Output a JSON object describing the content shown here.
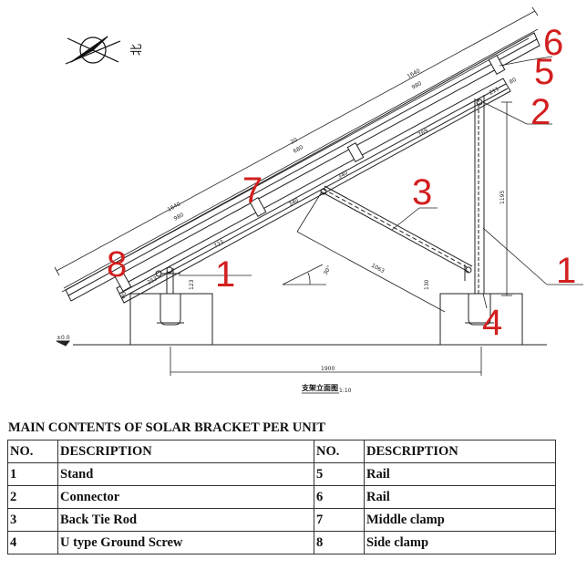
{
  "diagram": {
    "north_glyph": "北",
    "ground_mark": "±0.0",
    "caption": "支架立面图",
    "caption_scale": "1:10",
    "dimensions": {
      "top_len": "1640",
      "top_half": "980",
      "mid_20": "20",
      "mid_680": "680",
      "mid_769": "769",
      "mid_340a": "340",
      "mid_340b": "340",
      "lower_1640": "1640",
      "lower_980": "980",
      "rail_723": "723",
      "rail_80": "80",
      "rail_211": "211",
      "brace_1063": "1063",
      "post_1195": "1195",
      "post_130": "130",
      "front_80": "80",
      "front_253": "253",
      "front_123": "123",
      "angle": "30°",
      "base_1900": "1900"
    },
    "callouts": [
      "1",
      "2",
      "3",
      "1",
      "4",
      "5",
      "6",
      "7",
      "8"
    ]
  },
  "table": {
    "title": "MAIN CONTENTS OF SOLAR BRACKET PER UNIT",
    "headers": [
      "NO.",
      "DESCRIPTION",
      "NO.",
      "DESCRIPTION"
    ],
    "rows": [
      [
        "1",
        "Stand",
        "5",
        "Rail"
      ],
      [
        "2",
        "Connector",
        "6",
        "Rail"
      ],
      [
        "3",
        "Back Tie Rod",
        "7",
        "Middle clamp"
      ],
      [
        "4",
        "U type Ground Screw",
        "8",
        "Side clamp"
      ]
    ]
  }
}
